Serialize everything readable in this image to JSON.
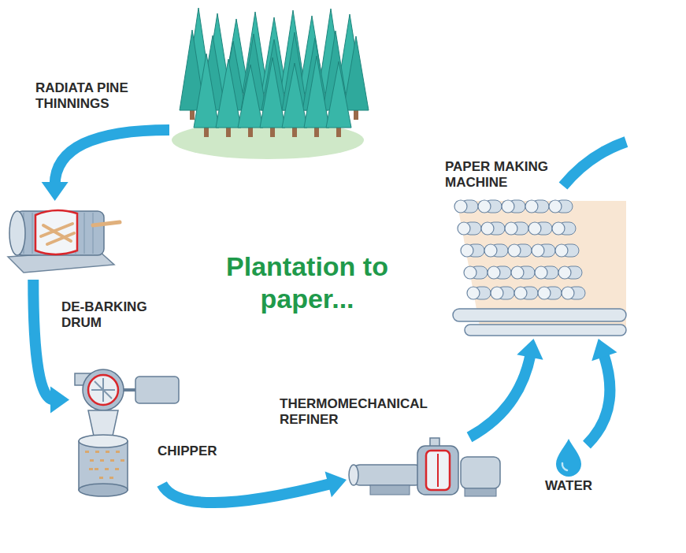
{
  "diagram": {
    "title": "Plantation to paper...",
    "nodes": [
      {
        "text": [
          "RADIATA PINE THINNINGS"
        ]
      },
      {
        "text": [
          "DE-BARKING DRUM"
        ]
      },
      {
        "text": [
          "CHIPPER"
        ]
      },
      {
        "text": [
          "THERMOMECHANICAL REFINER"
        ]
      },
      {
        "text": [
          "WATER"
        ]
      },
      {
        "text": [
          "PAPER MAKING MACHINE"
        ]
      }
    ],
    "edges": [
      {
        "from": 0,
        "to": 1,
        "arrow": "to"
      },
      {
        "from": 1,
        "to": 2,
        "arrow": "to"
      },
      {
        "from": 2,
        "to": 3,
        "arrow": "to"
      },
      {
        "from": 3,
        "to": 5,
        "arrow": "to"
      },
      {
        "from": 4,
        "to": 5,
        "arrow": "to"
      }
    ]
  }
}
